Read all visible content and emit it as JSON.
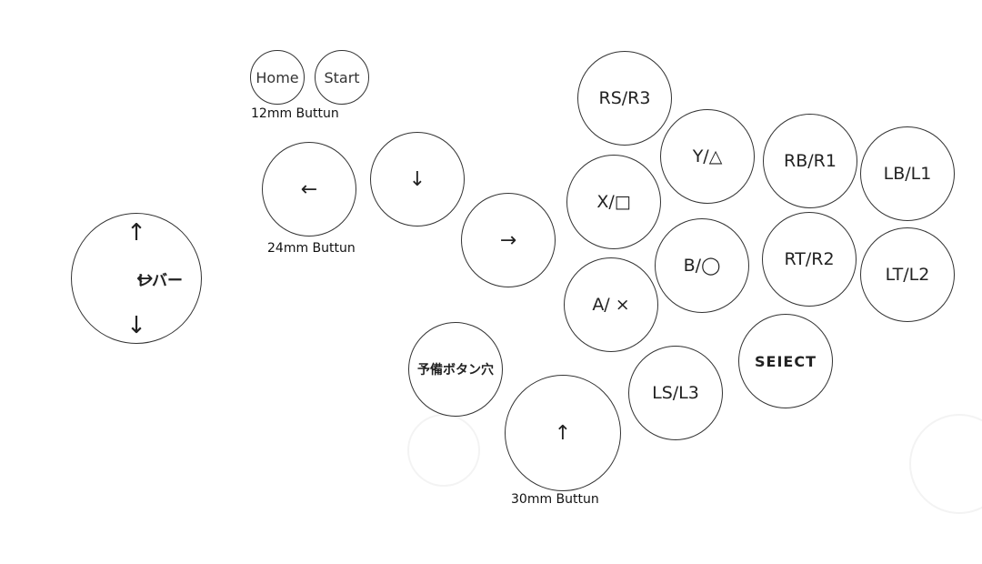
{
  "lever": {
    "up": "↑",
    "down": "↓",
    "left": "←",
    "label": "レバー",
    "right": "→"
  },
  "buttons_12mm": {
    "home": "Home",
    "start": "Start",
    "caption": "12mm Buttun"
  },
  "buttons_24mm": {
    "left": "←",
    "down": "↓",
    "right": "→",
    "caption": "24mm Buttun"
  },
  "buttons_30mm": {
    "rs_r3": "RS/R3",
    "y": "Y/△",
    "rb_r1": "RB/R1",
    "lb_l1": "LB/L1",
    "x": "X/□",
    "b": "B/◯",
    "rt_r2": "RT/R2",
    "lt_l2": "LT/L2",
    "a": "A/ ×",
    "spare": "予備ボタン穴",
    "select": "SEIECT",
    "ls_l3": "LS/L3",
    "up": "↑",
    "caption": "30mm Buttun"
  }
}
